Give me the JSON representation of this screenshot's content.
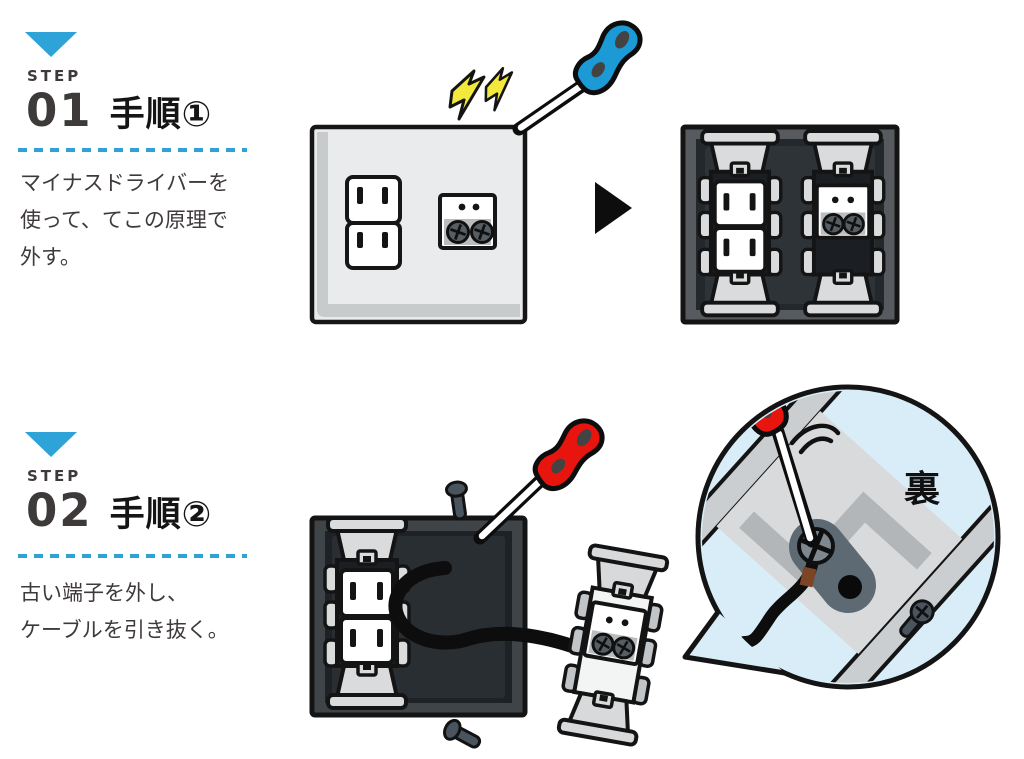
{
  "colors": {
    "accent_blue": "#2ea3d8",
    "screwdriver_blue": "#1b9ad6",
    "screwdriver_red": "#e8150f",
    "spark_yellow": "#f2e93c",
    "bubble_blue": "#d8edf8",
    "heading_text": "#3e3a39"
  },
  "steps": [
    {
      "label": "STEP",
      "number": "01",
      "title": "手順①",
      "lines": [
        "マイナスドライバーを",
        "使って、てこの原理で",
        "外す。"
      ]
    },
    {
      "label": "STEP",
      "number": "02",
      "title": "手順②",
      "lines": [
        "古い端子を外し、",
        "ケーブルを引き抜く。"
      ]
    }
  ],
  "magnifier": {
    "back_label": "裏"
  }
}
